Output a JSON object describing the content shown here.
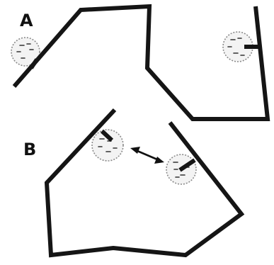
{
  "panels": {
    "a": {
      "label": "A"
    },
    "b": {
      "label": "B"
    }
  },
  "colors": {
    "polymer_chain": "#151515",
    "particle_fill": "#f3f3f3",
    "particle_outline": "#8a8a8a",
    "arrow": "#111111",
    "background": "#ffffff"
  },
  "icons": {
    "particle": "dotted-circle-with-dashes",
    "interaction": "double-headed-arrow"
  }
}
